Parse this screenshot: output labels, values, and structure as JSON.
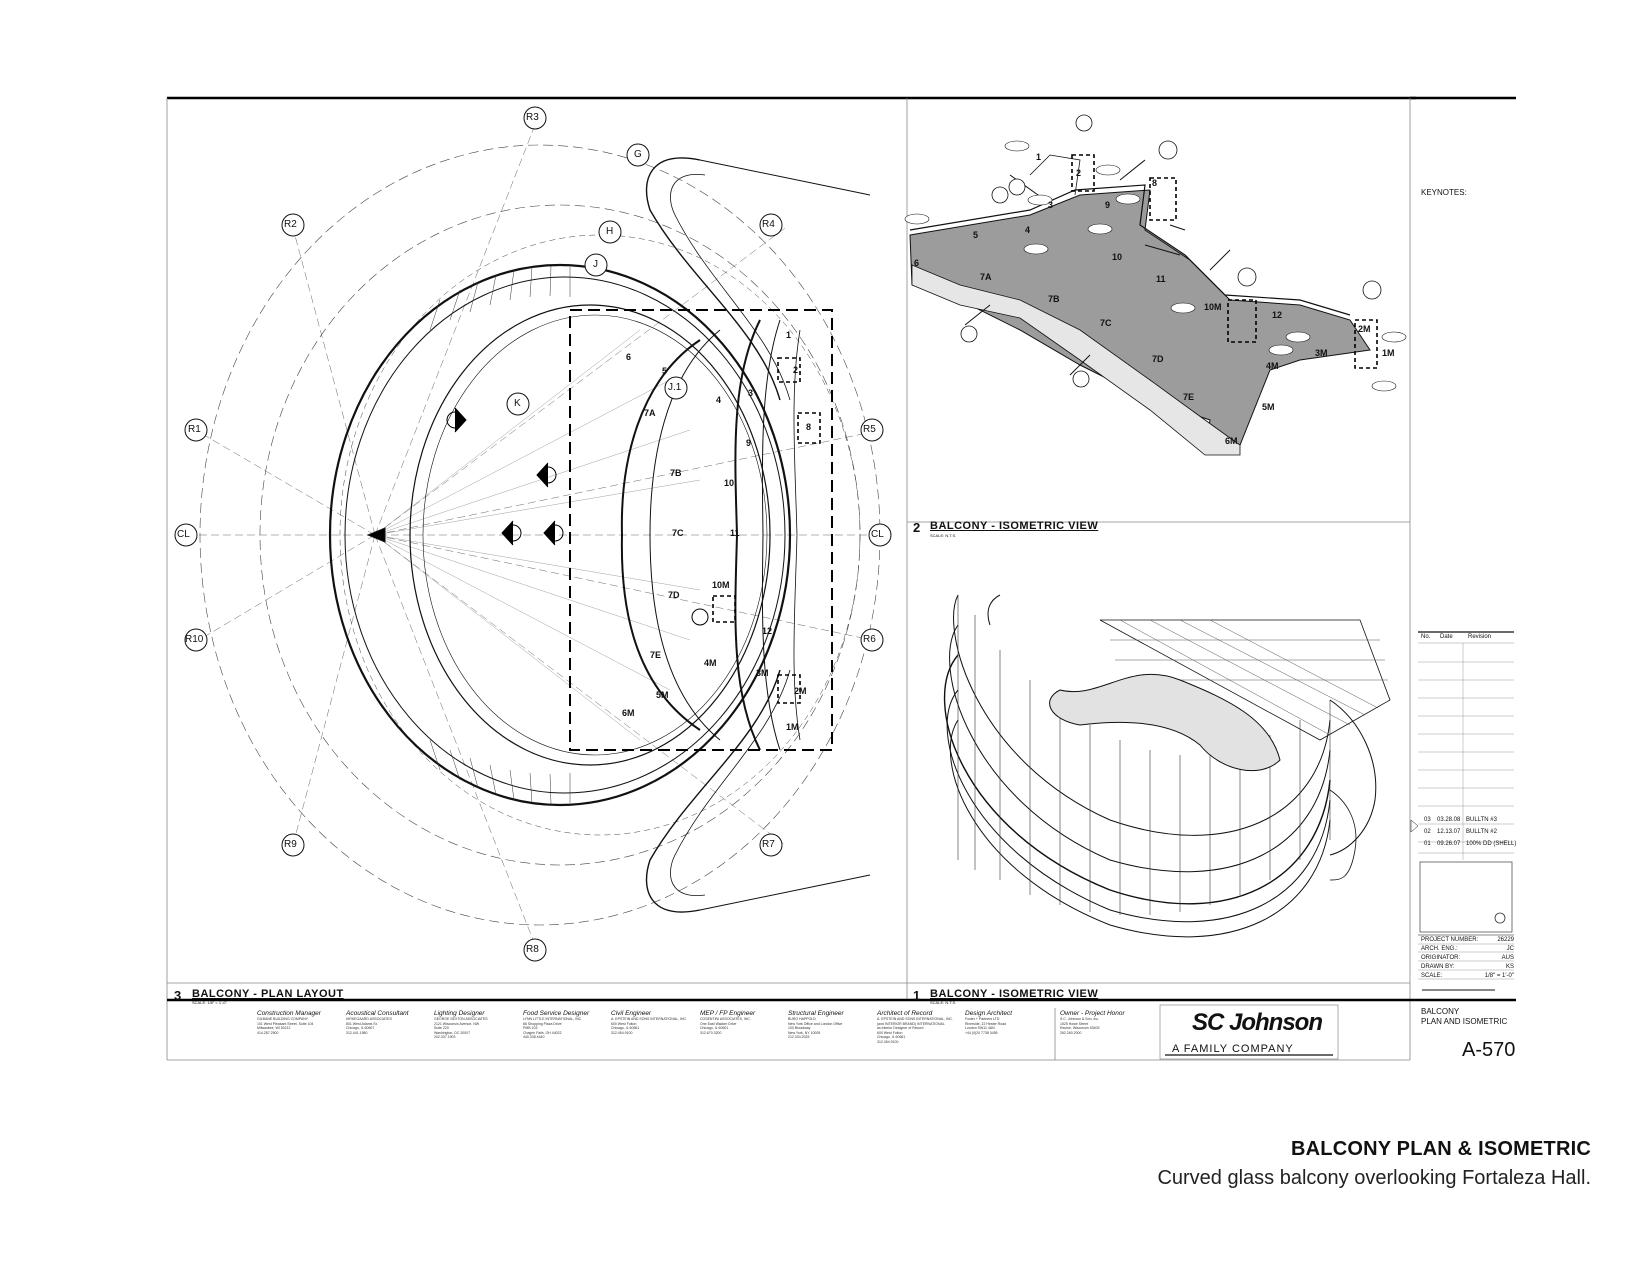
{
  "caption": {
    "title": "BALCONY PLAN & ISOMETRIC",
    "subtitle": "Curved glass balcony overlooking Fortaleza Hall."
  },
  "views": {
    "plan": {
      "number": "3",
      "title": "BALCONY - PLAN LAYOUT",
      "scale": "SCALE: 1/8\" = 1'-0\""
    },
    "iso_top": {
      "number": "2",
      "title": "BALCONY - ISOMETRIC VIEW",
      "scale": "SCALE: N.T.S."
    },
    "iso_bottom": {
      "number": "1",
      "title": "BALCONY - ISOMETRIC VIEW",
      "scale": "SCALE: N.T.S."
    }
  },
  "grid_bubbles": [
    "R3",
    "R2",
    "R4",
    "R1",
    "CL",
    "R5",
    "R10",
    "R6",
    "R9",
    "R7",
    "R8",
    "G",
    "H",
    "J",
    "K",
    "J.1"
  ],
  "plan_labels": [
    "5",
    "6",
    "7A",
    "7B",
    "7C",
    "7D",
    "7E",
    "8",
    "9",
    "10",
    "11",
    "12",
    "1",
    "2",
    "3",
    "4",
    "1M",
    "2M",
    "3M",
    "4M",
    "5M",
    "6M",
    "10M"
  ],
  "iso_labels": [
    "1",
    "2",
    "3",
    "4",
    "5",
    "6",
    "7A",
    "7B",
    "7C",
    "7D",
    "7E",
    "8",
    "9",
    "10",
    "11",
    "12",
    "10M",
    "2M",
    "1M",
    "3M",
    "4M",
    "5M",
    "6M"
  ],
  "title_block": {
    "keynotes_label": "KEYNOTES:",
    "revision_headers": [
      "No.",
      "Date",
      "Revision"
    ],
    "revisions": [
      {
        "no": "03",
        "date": "03.28.08",
        "desc": "BULLTN #3"
      },
      {
        "no": "02",
        "date": "12.13.07",
        "desc": "BULLTN #2"
      },
      {
        "no": "01",
        "date": "09.26.07",
        "desc": "100% DD (SHELL)"
      }
    ],
    "project_info": [
      {
        "label": "PROJECT NUMBER:",
        "value": "26229"
      },
      {
        "label": "ARCH. ENG.:",
        "value": "JC"
      },
      {
        "label": "ORIGINATOR:",
        "value": "AUS"
      },
      {
        "label": "DRAWN BY:",
        "value": "KS"
      },
      {
        "label": "SCALE:",
        "value": "1/8\" = 1'-0\""
      }
    ],
    "sheet_title_1": "BALCONY",
    "sheet_title_2": "PLAN AND ISOMETRIC",
    "sheet_number": "A-570",
    "client_logo": "SC Johnson",
    "client_tagline": "A FAMILY COMPANY"
  },
  "team": [
    {
      "role": "Construction Manager",
      "body": "GILBANE BUILDING COMPANY\n101 West Pleasant Street, Suite 104\nMilwaukee, WI 53212\n414.287.2500"
    },
    {
      "role": "Acoustical Consultant",
      "body": "KIRKEGAARD ASSOCIATES\n801 West Adams St.\nChicago, IL 60607\n312.441.1980"
    },
    {
      "role": "Lighting Designer",
      "body": "GEORGE SEXTON ASSOCIATES\n2121 Wisconsin Avenue, NW\nSuite 220\nWashington, DC 20007\n202.337.1903"
    },
    {
      "role": "Food Service Designer",
      "body": "LYNN LITTLE INTERNATIONAL, INC.\n66 Shopping Plaza Drive\nPMB 103\nChagrin Falls, OH 44022\n440.338.4440"
    },
    {
      "role": "Civil Engineer",
      "body": "A. EPSTEIN AND SONS INTERNATIONAL, INC.\n600 West Fulton\nChicago, IL 60661\n312.454.9100"
    },
    {
      "role": "MEP / FP Engineer",
      "body": "COSENTINI ASSOCIATES, INC.\nOne East Wacker Drive\nChicago, IL 60601\n312.670.3200"
    },
    {
      "role": "Structural Engineer",
      "body": "BURO HAPPOLD\nNew York Office and London Office\n100 Broadway\nNew York, NY 10005\n212.334.2025"
    },
    {
      "role": "Architect of Record",
      "body": "A. EPSTEIN AND SONS INTERNATIONAL, INC.\n(and INTERIOR BRAND) INTERNATIONAL\nas interior Designer of Record\n600 West Fulton\nChicago, IL 60661\n312.454.9100"
    },
    {
      "role": "Design Architect",
      "body": "Foster + Partners LTD\nRiverside, 22 Hester Road\nLondon SW11 4AN\n+44 (0)20 7738 0455"
    },
    {
      "role": "Owner - Project Honor",
      "body": "S.C. Johnson & Son, Inc.\n1525 Howe Street\nRacine, Wisconsin 53403\n262.260.2000"
    }
  ],
  "colors": {
    "line": "#111111",
    "fill_grey": "#9a9a9a",
    "light_grey": "#cfcfcf"
  }
}
